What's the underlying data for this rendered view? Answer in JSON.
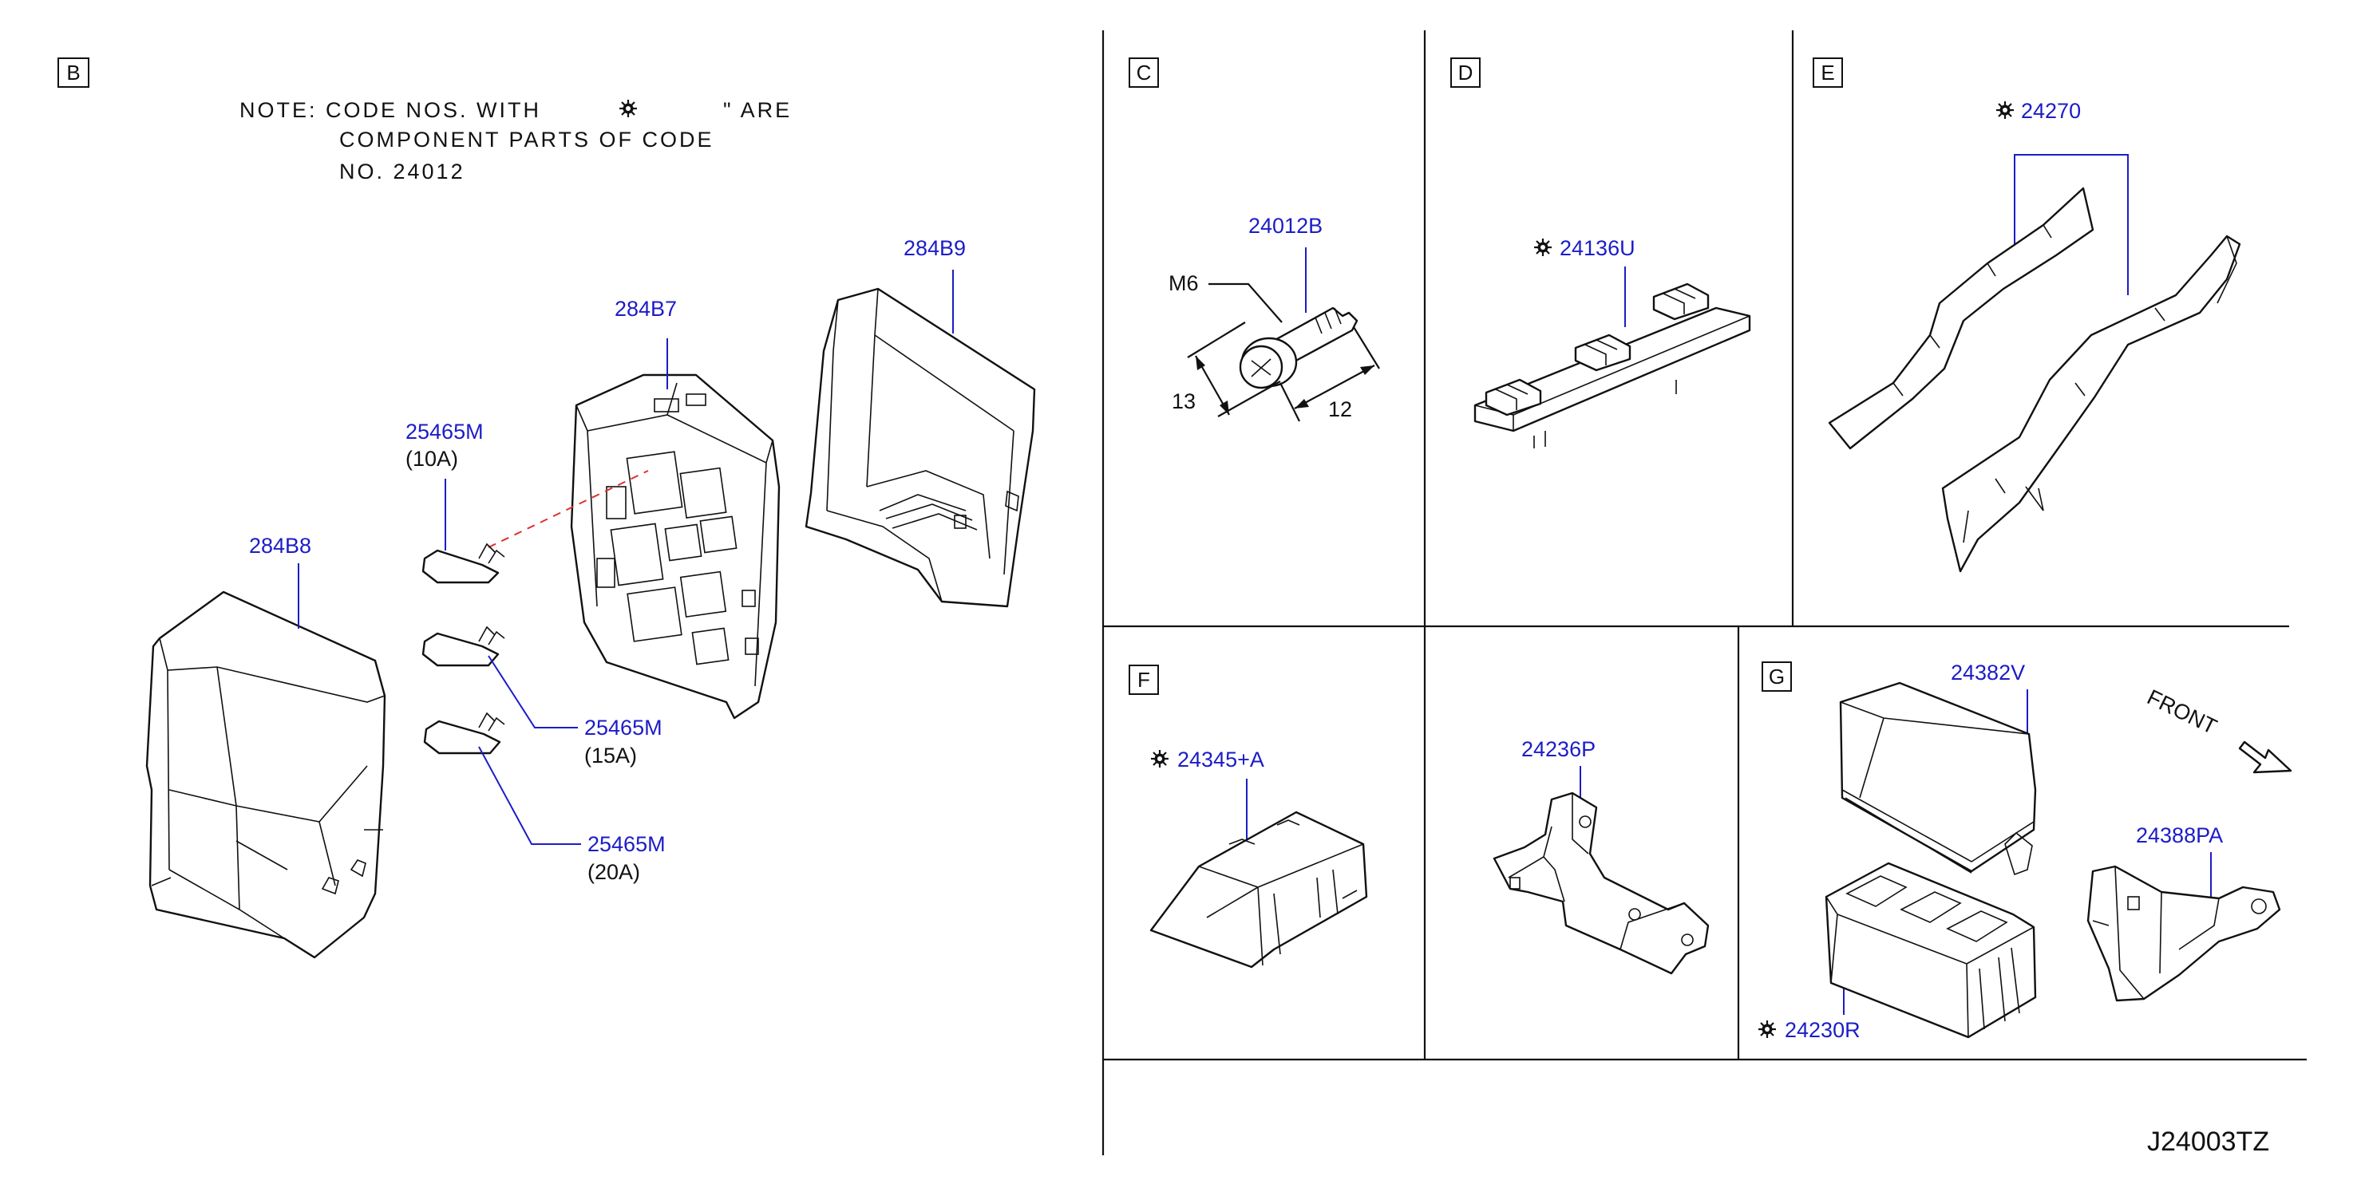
{
  "drawing_code": "J24003TZ",
  "note": {
    "line1": "NOTE:  CODE  NOS.  WITH",
    "line1_end": "\"  ARE",
    "line2": "COMPONENT  PARTS  OF  CODE",
    "line3": "NO.  24012"
  },
  "sections": {
    "B": {
      "label": "B",
      "parts": {
        "p284B9": "284B9",
        "p284B7": "284B7",
        "p284B8": "284B8",
        "fuse10": "25465M",
        "fuse10_rating": "(10A)",
        "fuse15": "25465M",
        "fuse15_rating": "(15A)",
        "fuse20": "25465M",
        "fuse20_rating": "(20A)"
      }
    },
    "C": {
      "label": "C",
      "parts": {
        "bolt": "24012B",
        "thread": "M6",
        "dim_head": "13",
        "dim_length": "12"
      }
    },
    "D": {
      "label": "D",
      "parts": {
        "clip": "24136U"
      }
    },
    "E": {
      "label": "E",
      "parts": {
        "protector": "24270"
      }
    },
    "F": {
      "label": "F",
      "parts": {
        "holder": "24345+A"
      }
    },
    "blank": {
      "parts": {
        "bracket": "24236P"
      }
    },
    "G": {
      "label": "G",
      "parts": {
        "cover": "24382V",
        "box": "24230R",
        "bracket": "24388PA",
        "front": "FRONT"
      }
    }
  },
  "colors": {
    "part_number": "#1c1cc8",
    "line": "#111111",
    "leader_dash": "#e03030"
  },
  "icons": {
    "component_mark": "asterisk-burst-icon",
    "direction": "front-arrow-icon"
  }
}
